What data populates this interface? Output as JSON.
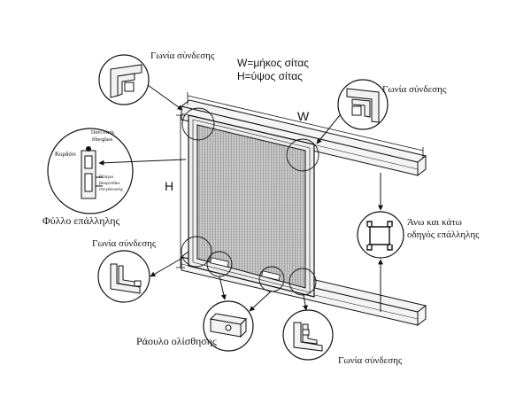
{
  "formula": {
    "width_def": "W=μήκος σίτας",
    "height_def": "H=ύψος σίτας"
  },
  "dimensions": {
    "width_symbol": "W",
    "height_symbol": "H"
  },
  "callouts": {
    "corner_top_left": "Γωνία σύνδεσης",
    "corner_top_right": "Γωνία σύνδεσης",
    "sash_profile": "Φύλλο επάλληλης",
    "corner_bottom_left": "Γωνία σύνδεσης",
    "rail_guides": "Άνω και κάτω\nοδηγός επάλληλης",
    "roller": "Ράουλο ολίσθησης",
    "corner_bottom_right": "Γωνία σύνδεσης"
  },
  "profile_details": {
    "mesh_label_line1": "Πανί σίτας",
    "mesh_label_line2": "fiberglass",
    "cord_label": "Κορδόνι",
    "brush_label_line1": "Πλάγιο",
    "brush_label_line2": "βουρτσάκι",
    "brush_label_line3": "στεγάνωσης"
  },
  "colors": {
    "line": "#111111",
    "mesh": "#8a8a8a",
    "frame_fill": "#f4f4f4"
  }
}
